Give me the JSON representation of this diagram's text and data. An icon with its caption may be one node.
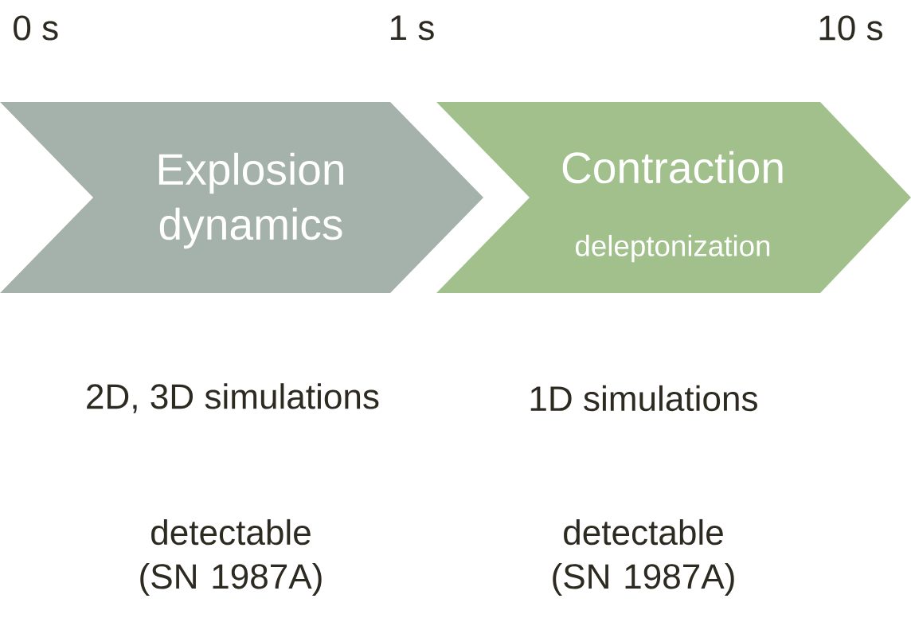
{
  "diagram": {
    "nodes": [
      {
        "text": [
          "Explosion dynamics"
        ]
      },
      {
        "text": [
          "Contraction",
          "deleptonization"
        ]
      }
    ],
    "labels": [
      "0 s",
      "1 s",
      "10 s",
      "2D, 3D simulations",
      "1D simulations",
      "detectable (SN 1987A)",
      "detectable (SN 1987A)"
    ]
  }
}
